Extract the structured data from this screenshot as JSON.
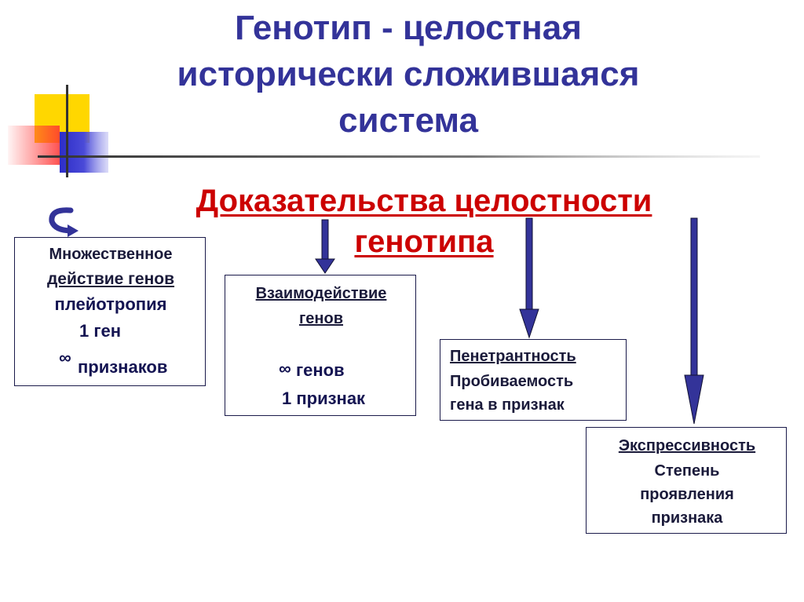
{
  "title": {
    "line1": "Генотип -  целостная",
    "line2": "исторически сложившаяся",
    "line3": "система"
  },
  "subtitle": {
    "line1": "Доказательства целостности",
    "line2": "генотипа"
  },
  "boxes": {
    "multiple": {
      "line1": "Множественное",
      "line2": "действие генов",
      "line3": "плейотропия",
      "line4": "1 ген",
      "infinity": "∞",
      "line5": "признаков"
    },
    "interaction": {
      "line1": "Взаимодействие ",
      "line2": "генов",
      "infinity": "∞",
      "line3": "генов",
      "line4": "1 признак"
    },
    "penetrance": {
      "line1": "Пенетрантность",
      "line2": "Пробиваемость",
      "line3": "гена в признак"
    },
    "expressivity": {
      "line1": "Экспрессивность ",
      "line2": "Степень",
      "line3": "проявления",
      "line4": "признака"
    }
  },
  "colors": {
    "title": "#333399",
    "subtitle": "#cc0000",
    "arrow": "#333399",
    "curved_arrow": "#e8c200"
  }
}
